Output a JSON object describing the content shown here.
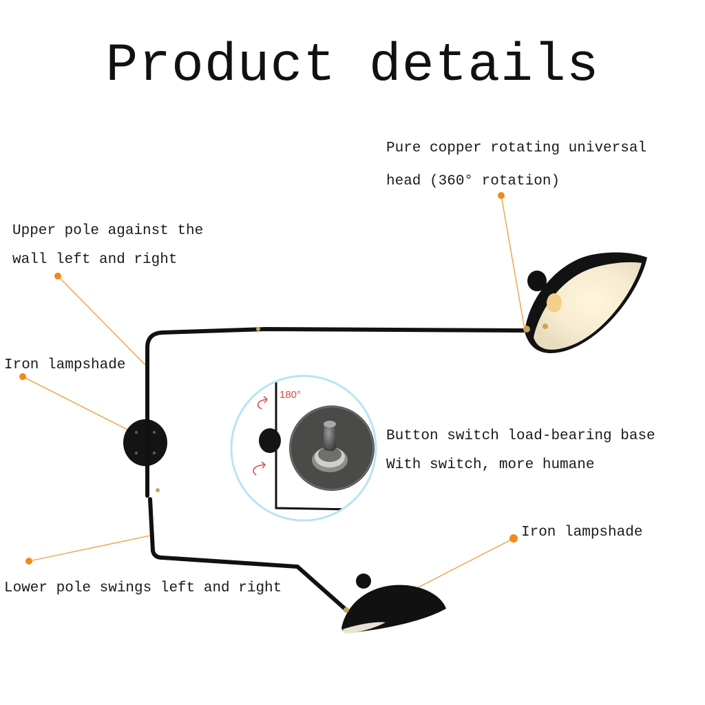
{
  "title": "Product details",
  "annotations": {
    "copper_head_line1": "Pure copper rotating universal",
    "copper_head_line2": "head (360°  rotation)",
    "upper_pole_line1": "Upper pole against the",
    "upper_pole_line2": "wall left and right",
    "iron_lampshade_left": "Iron lampshade",
    "button_switch_line1": "Button switch load-bearing base",
    "button_switch_line2": "With switch, more humane",
    "iron_lampshade_right": "Iron lampshade",
    "lower_pole": "Lower pole swings left and right"
  },
  "detail_inset": {
    "rotation_label": "180°"
  },
  "colors": {
    "leader_line": "#f0a040",
    "leader_dot": "#f08a1a",
    "lamp_metal": "#111111",
    "brass": "#c9a25a",
    "inset_border": "#b8e4f2",
    "rotation_arrow": "#e04848"
  }
}
